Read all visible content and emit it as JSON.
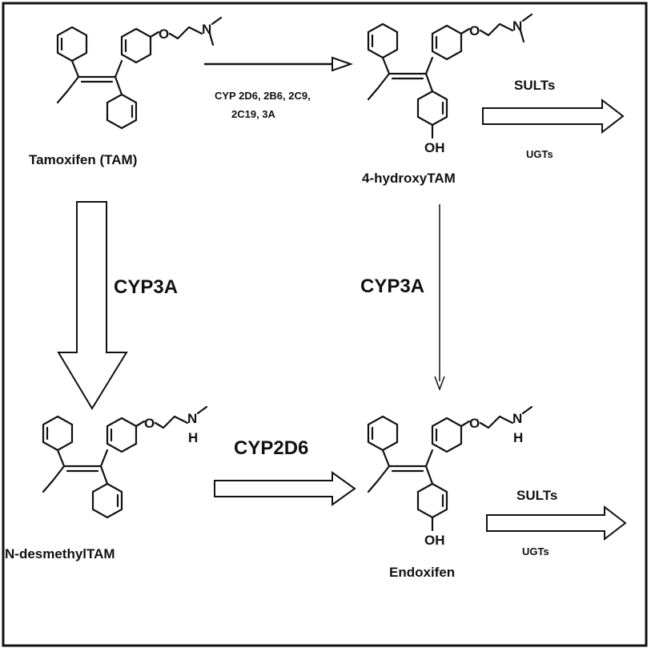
{
  "molecules": {
    "tamoxifen": {
      "name": "Tamoxifen (TAM)",
      "n_label": "N"
    },
    "hydroxy_tam": {
      "name": "4-hydroxyTAM",
      "n_label": "N",
      "oh_label": "OH"
    },
    "desmethyl_tam": {
      "name": "N-desmethylTAM",
      "n_label": "N",
      "h_label": "H"
    },
    "endoxifen": {
      "name": "Endoxifen",
      "n_label": "N",
      "h_label": "H",
      "oh_label": "OH"
    }
  },
  "o_label": "O",
  "enzymes": {
    "tam_to_hydroxy_line1": "CYP 2D6, 2B6, 2C9,",
    "tam_to_hydroxy_line2": "2C19, 3A",
    "tam_to_desmethyl": "CYP3A",
    "hydroxy_to_endoxifen": "CYP3A",
    "desmethyl_to_endoxifen": "CYP2D6",
    "hydroxy_conj_1": "SULTs",
    "hydroxy_conj_2": "UGTs",
    "endoxifen_conj_1": "SULTs",
    "endoxifen_conj_2": "UGTs"
  }
}
